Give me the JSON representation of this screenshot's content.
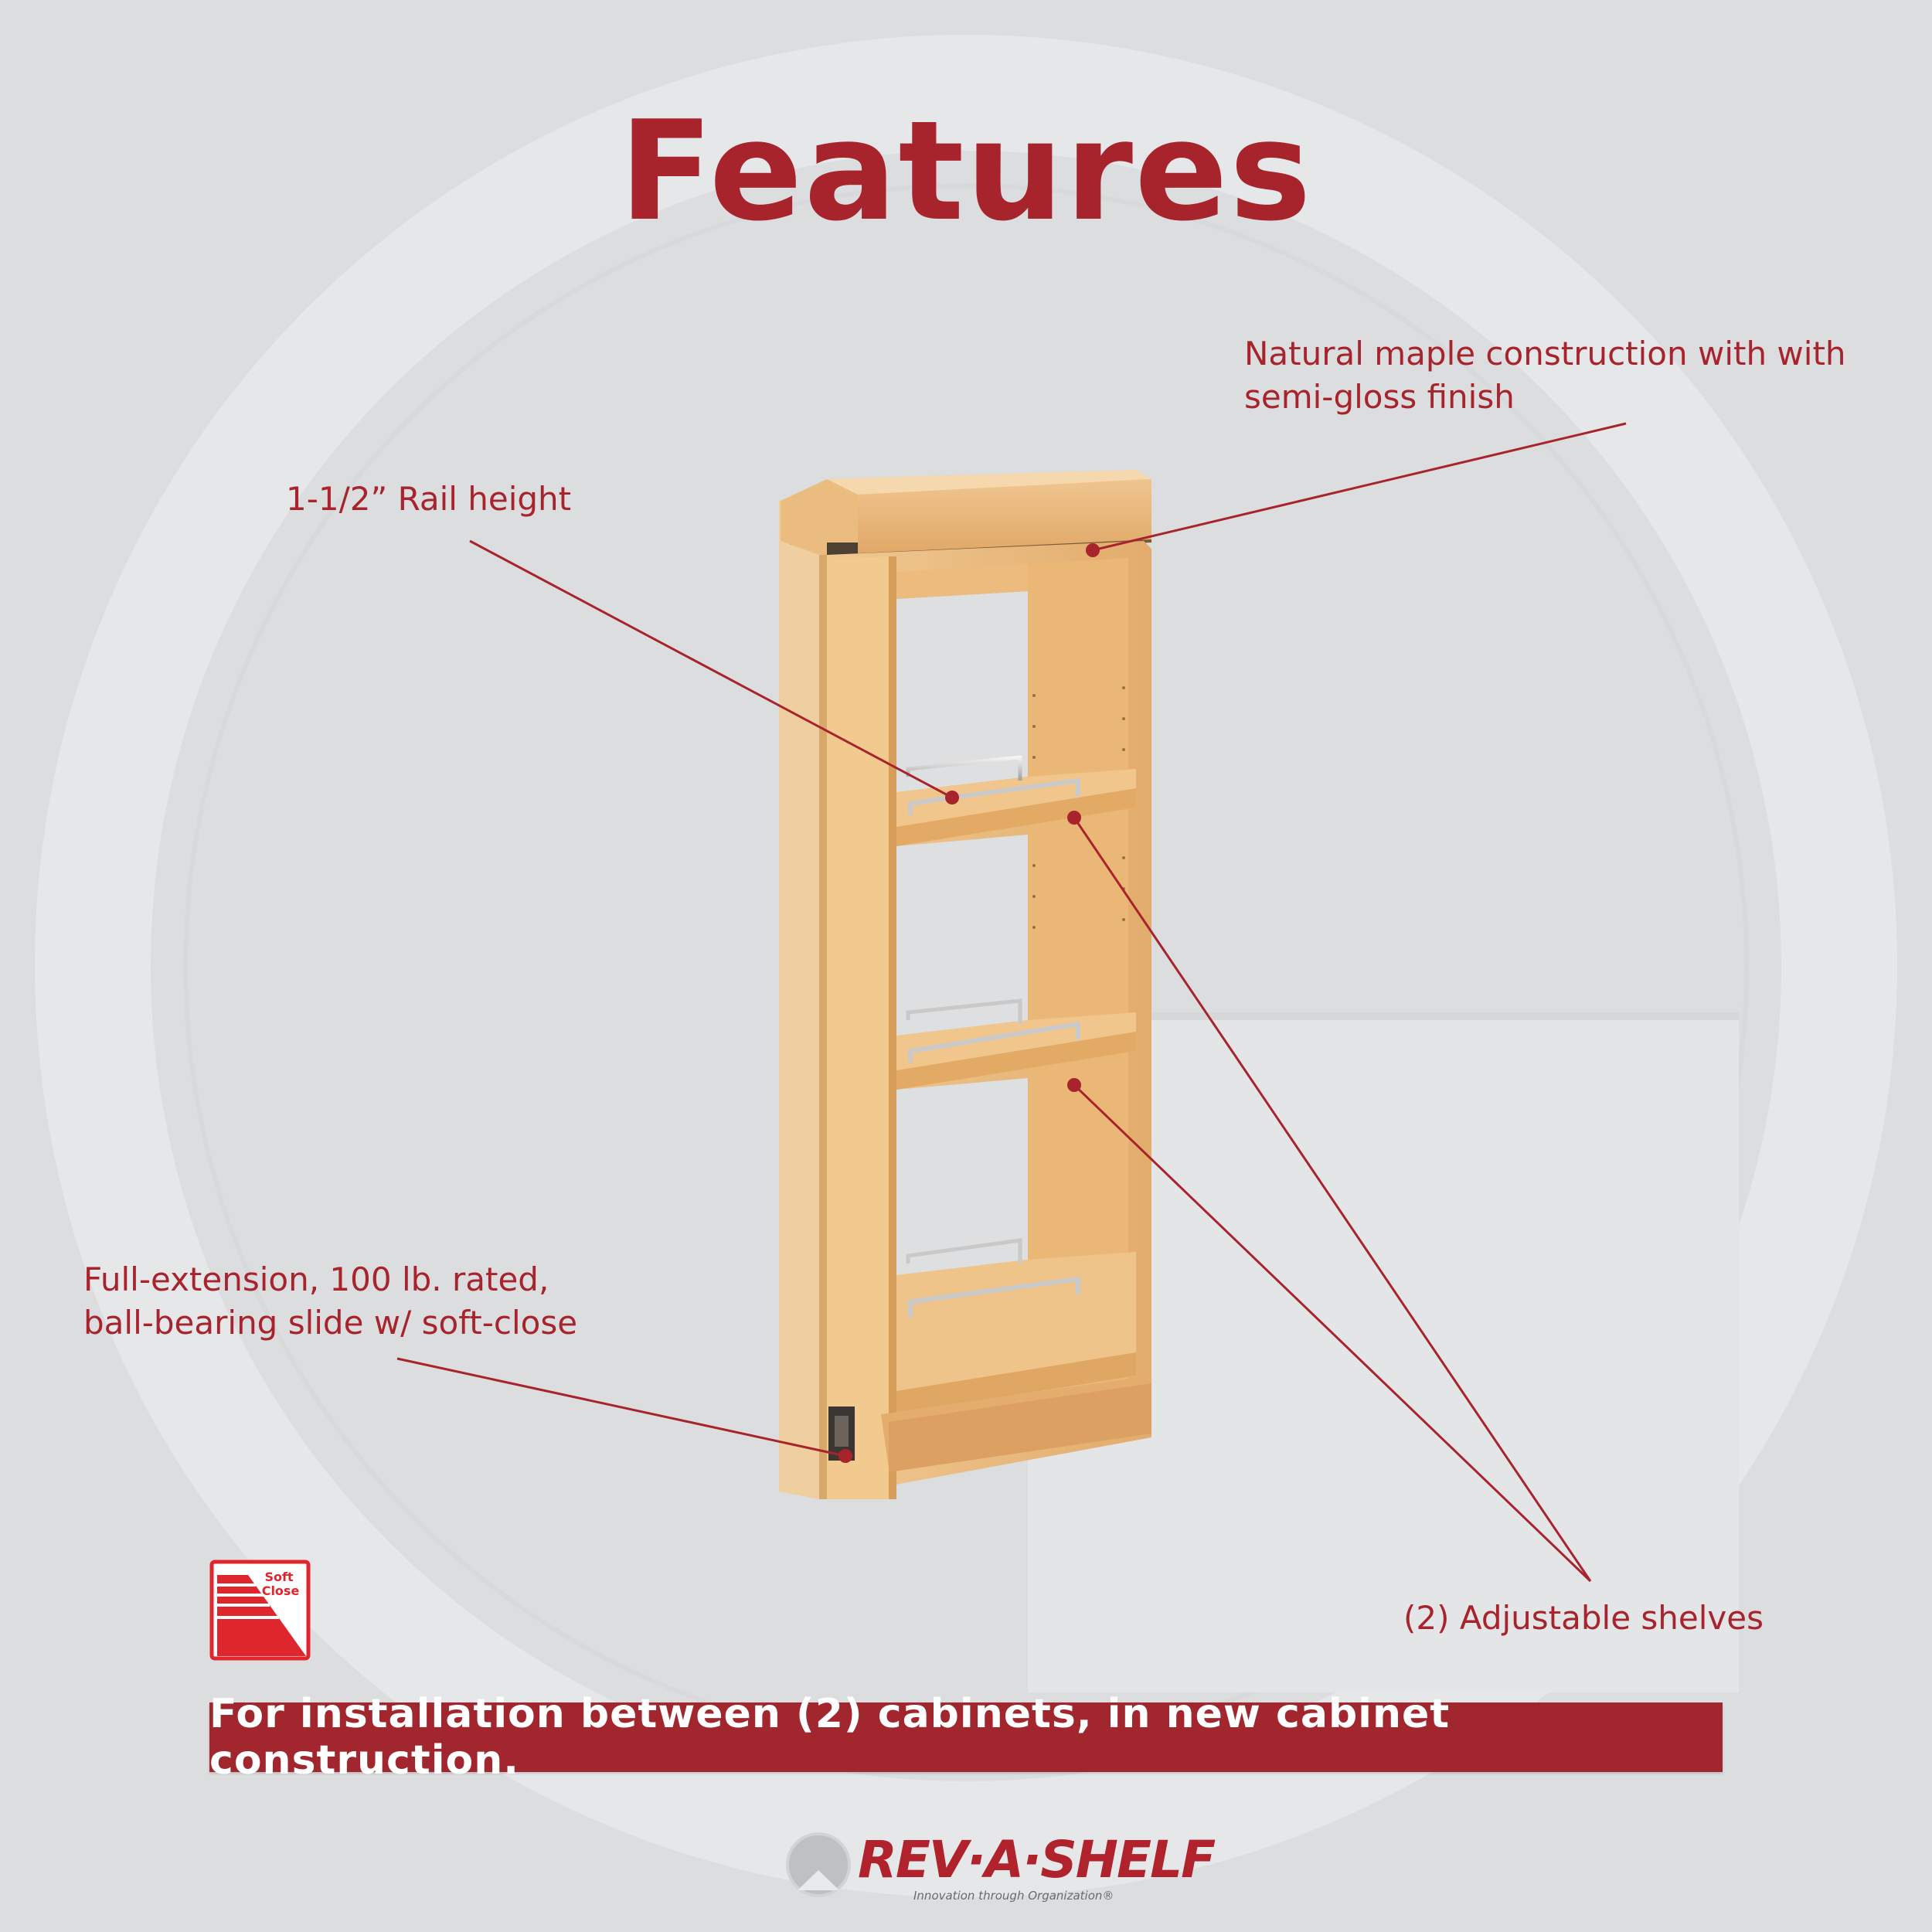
{
  "title": "Features",
  "callouts": {
    "maple": {
      "line1": "Natural maple construction with with",
      "line2": "semi-gloss finish"
    },
    "rail": {
      "line1": "1-1/2” Rail height"
    },
    "slide": {
      "line1": "Full-extension, 100 lb. rated,",
      "line2": "ball-bearing slide w/ soft-close"
    },
    "shelves": {
      "line1": "(2) Adjustable shelves"
    }
  },
  "soft_close_badge": {
    "line1": "Soft",
    "line2": "Close"
  },
  "banner": {
    "text": "For installation between (2) cabinets, in new cabinet construction."
  },
  "logo": {
    "wordmark": "REV·A·SHELF",
    "tagline": "Innovation through Organization®"
  },
  "colors": {
    "accent_red": "#a8242d",
    "banner_red": "#a2262e",
    "background": "#dcdddf",
    "watermark": "#e6e7e9",
    "maple": "#e8b77a"
  }
}
